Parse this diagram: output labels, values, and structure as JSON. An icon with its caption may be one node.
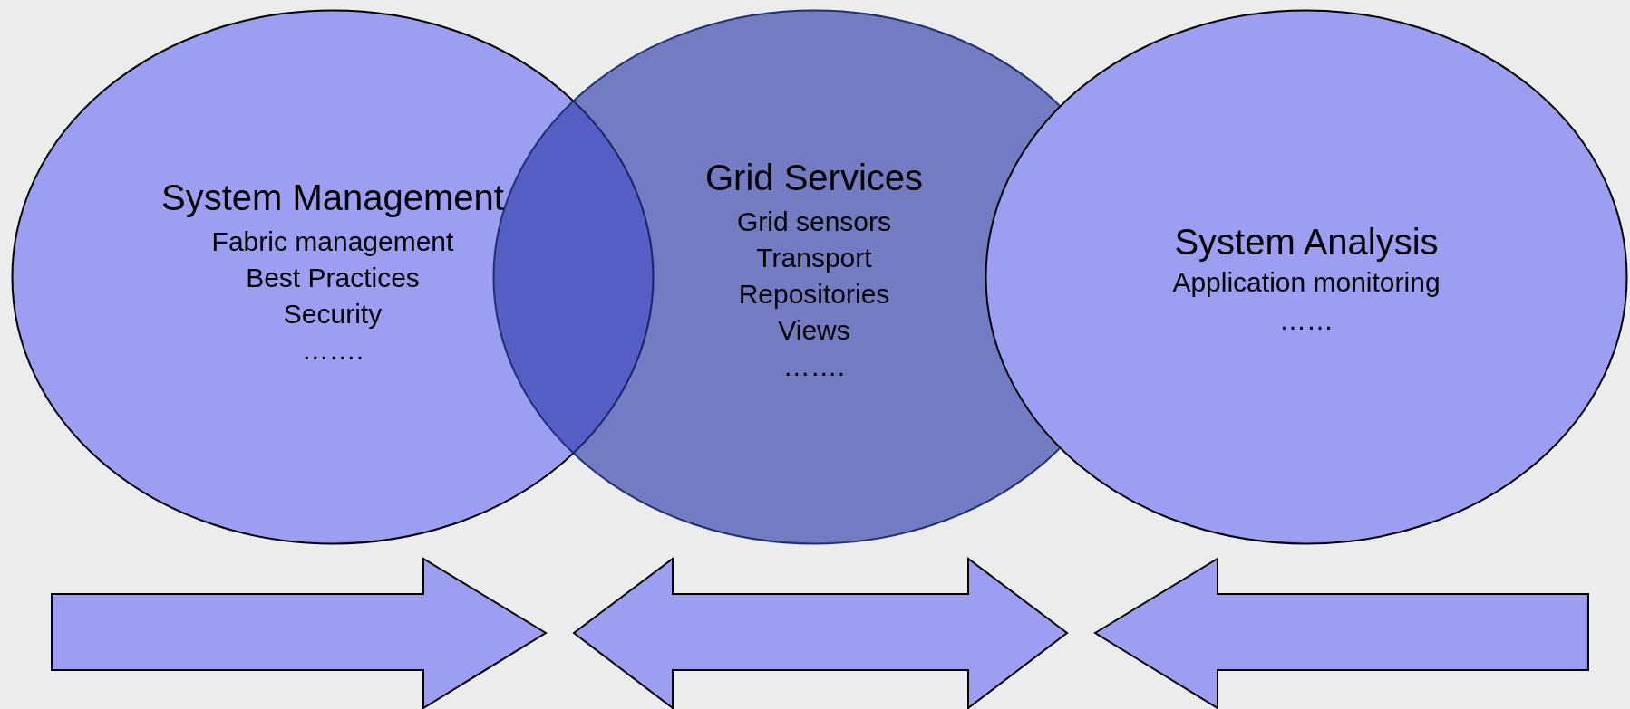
{
  "diagram": {
    "nodes": [
      {
        "text": [
          "System Management",
          "Fabric management",
          "Best Practices",
          "Security",
          "……."
        ]
      },
      {
        "text": [
          "Grid Services",
          "Grid sensors",
          "Transport",
          "Repositories",
          "Views",
          "……."
        ]
      },
      {
        "text": [
          "System Analysis",
          "Application monitoring",
          "……"
        ]
      }
    ],
    "edges": []
  }
}
